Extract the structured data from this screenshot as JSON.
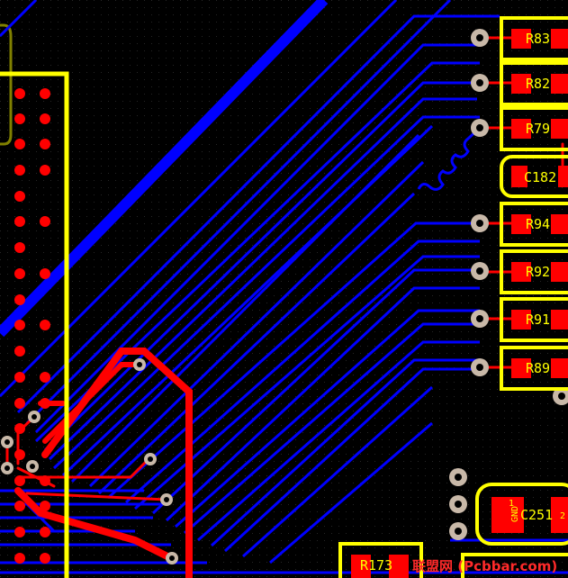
{
  "board": {
    "title": "PCB layout view",
    "colors": {
      "background": "#000000",
      "grid": "#1a1a1a",
      "top_copper": "#ff0000",
      "bottom_copper": "#0000ff",
      "silkscreen": "#ffff00",
      "via": "#c0b0a0",
      "keepout": "#808000"
    }
  },
  "components": {
    "R83": "R83",
    "R82": "R82",
    "R79": "R79",
    "C182": "C182",
    "R94": "R94",
    "R92": "R92",
    "R91": "R91",
    "R89": "R89",
    "C251": "C251",
    "C251_pin1": "1",
    "C251_pin2": "2",
    "C251_net": "GND",
    "R173": "R173"
  },
  "watermark": "联盟网 (Pcbbar.com)"
}
